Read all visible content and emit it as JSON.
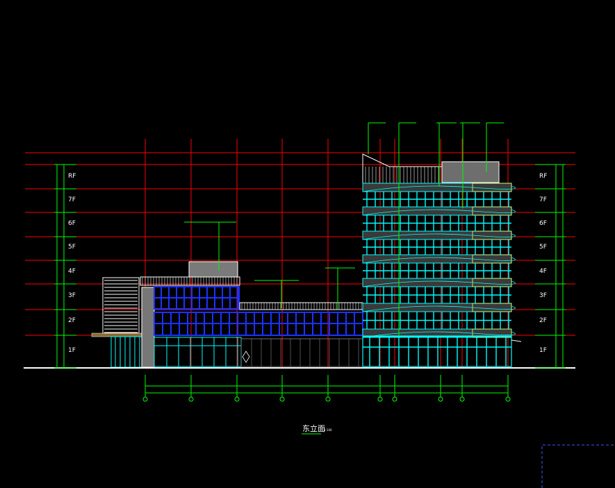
{
  "drawing": {
    "title": "东立面",
    "scale": "1:100",
    "floors_left": [
      "RF",
      "7F",
      "6F",
      "5F",
      "4F",
      "3F",
      "2F",
      "1F"
    ],
    "floors_right": [
      "RF",
      "7F",
      "6F",
      "5F",
      "4F",
      "3F",
      "2F",
      "1F"
    ],
    "colors": {
      "background": "#000000",
      "grid": "#ff0000",
      "annotation": "#00ff00",
      "glazing": "#00ffff",
      "glazing_blue": "#1a33ff",
      "dimension": "#00ff00",
      "outline": "#ffffff",
      "hatch": "#808080",
      "slab": "#ffff66",
      "viewport_border": "#3a5aff"
    }
  }
}
